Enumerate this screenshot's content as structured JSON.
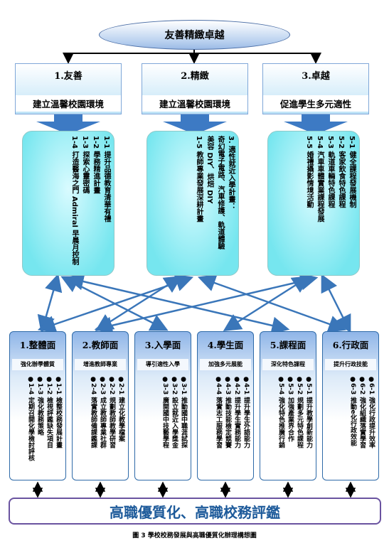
{
  "top": {
    "label": "友善精緻卓越"
  },
  "pillars": [
    {
      "title": "1.友善",
      "subtitle": "建立溫馨校園環境",
      "items": [
        "1-1 提升品德教育清華有禮",
        "1-2 學務精進計畫",
        "1-3 探索心靈密碼",
        "1-4 打造醫海之門 Admiral 早晨月控制"
      ]
    },
    {
      "title": "2.精緻",
      "subtitle": "建立溫馨校園環境",
      "items": [
        "3. 適性就近入學計畫：",
        "奇幻電子電路、汽車修護、軌道體驗",
        "美容 DIY、烘焙 DIY",
        "1-5 教師專業發展深耕計畫"
      ]
    },
    {
      "title": "3.卓越",
      "subtitle": "促進學生多元適性",
      "items": [
        "5-1 健全課程發展機制",
        "5-2 客家飲食特色課程",
        "5-3 軌道車輛特色課程",
        "5-4 汽車車體實業課程發展",
        "5-5 婚禮攝影情境活動"
      ]
    }
  ],
  "categories": [
    {
      "title": "1.整體面",
      "focus": "強化辦學體質",
      "items": [
        "●1-1 檢整校務發展計畫",
        "●1-2 檢視評鑑缺失項目",
        "●1-3 強化教務策略",
        "●1-4 定期召開化學檢討評核"
      ]
    },
    {
      "title": "2.教師面",
      "focus": "增進教師專業",
      "items": [
        "●2-1 建立化教學檔案",
        "●2-2 規劃教師教學研習",
        "●2-3 成立教師專業社群",
        "●2-4 落實教師備課鑑課"
      ]
    },
    {
      "title": "3.入學面",
      "focus": "導引適性入學",
      "items": [
        "●3-1 推動國中職涯試探",
        "●3-2 設立就近入學獎金",
        "●3-3 廣開國中技藝學程"
      ]
    },
    {
      "title": "4.學生面",
      "focus": "加強多元展能",
      "items": [
        "●4-1 提升學生外語能力",
        "●4-2 提升學生實務能力",
        "●4-3 推動技能檢定競賽",
        "●4-4 落實志工服務學習"
      ]
    },
    {
      "title": "5.課程面",
      "focus": "深化特色課程",
      "items": [
        "●5-1 提升教學創新能力",
        "●5-2 規劃多元特色課程",
        "●5-3 加強產業界合作",
        "●5-4 強化特色推廣行銷"
      ]
    },
    {
      "title": "6.行政面",
      "focus": "提升行政技能",
      "items": [
        "●6-1 強化行政提升效率",
        "●6-2 強化組織落實學習",
        "●6-3 推動e化行政效能"
      ]
    }
  ],
  "bottom": {
    "label": "高職優質化、高職校務評鑑"
  },
  "caption": "圖 3 學校校務發展與高職優質化辦理構想圖"
}
